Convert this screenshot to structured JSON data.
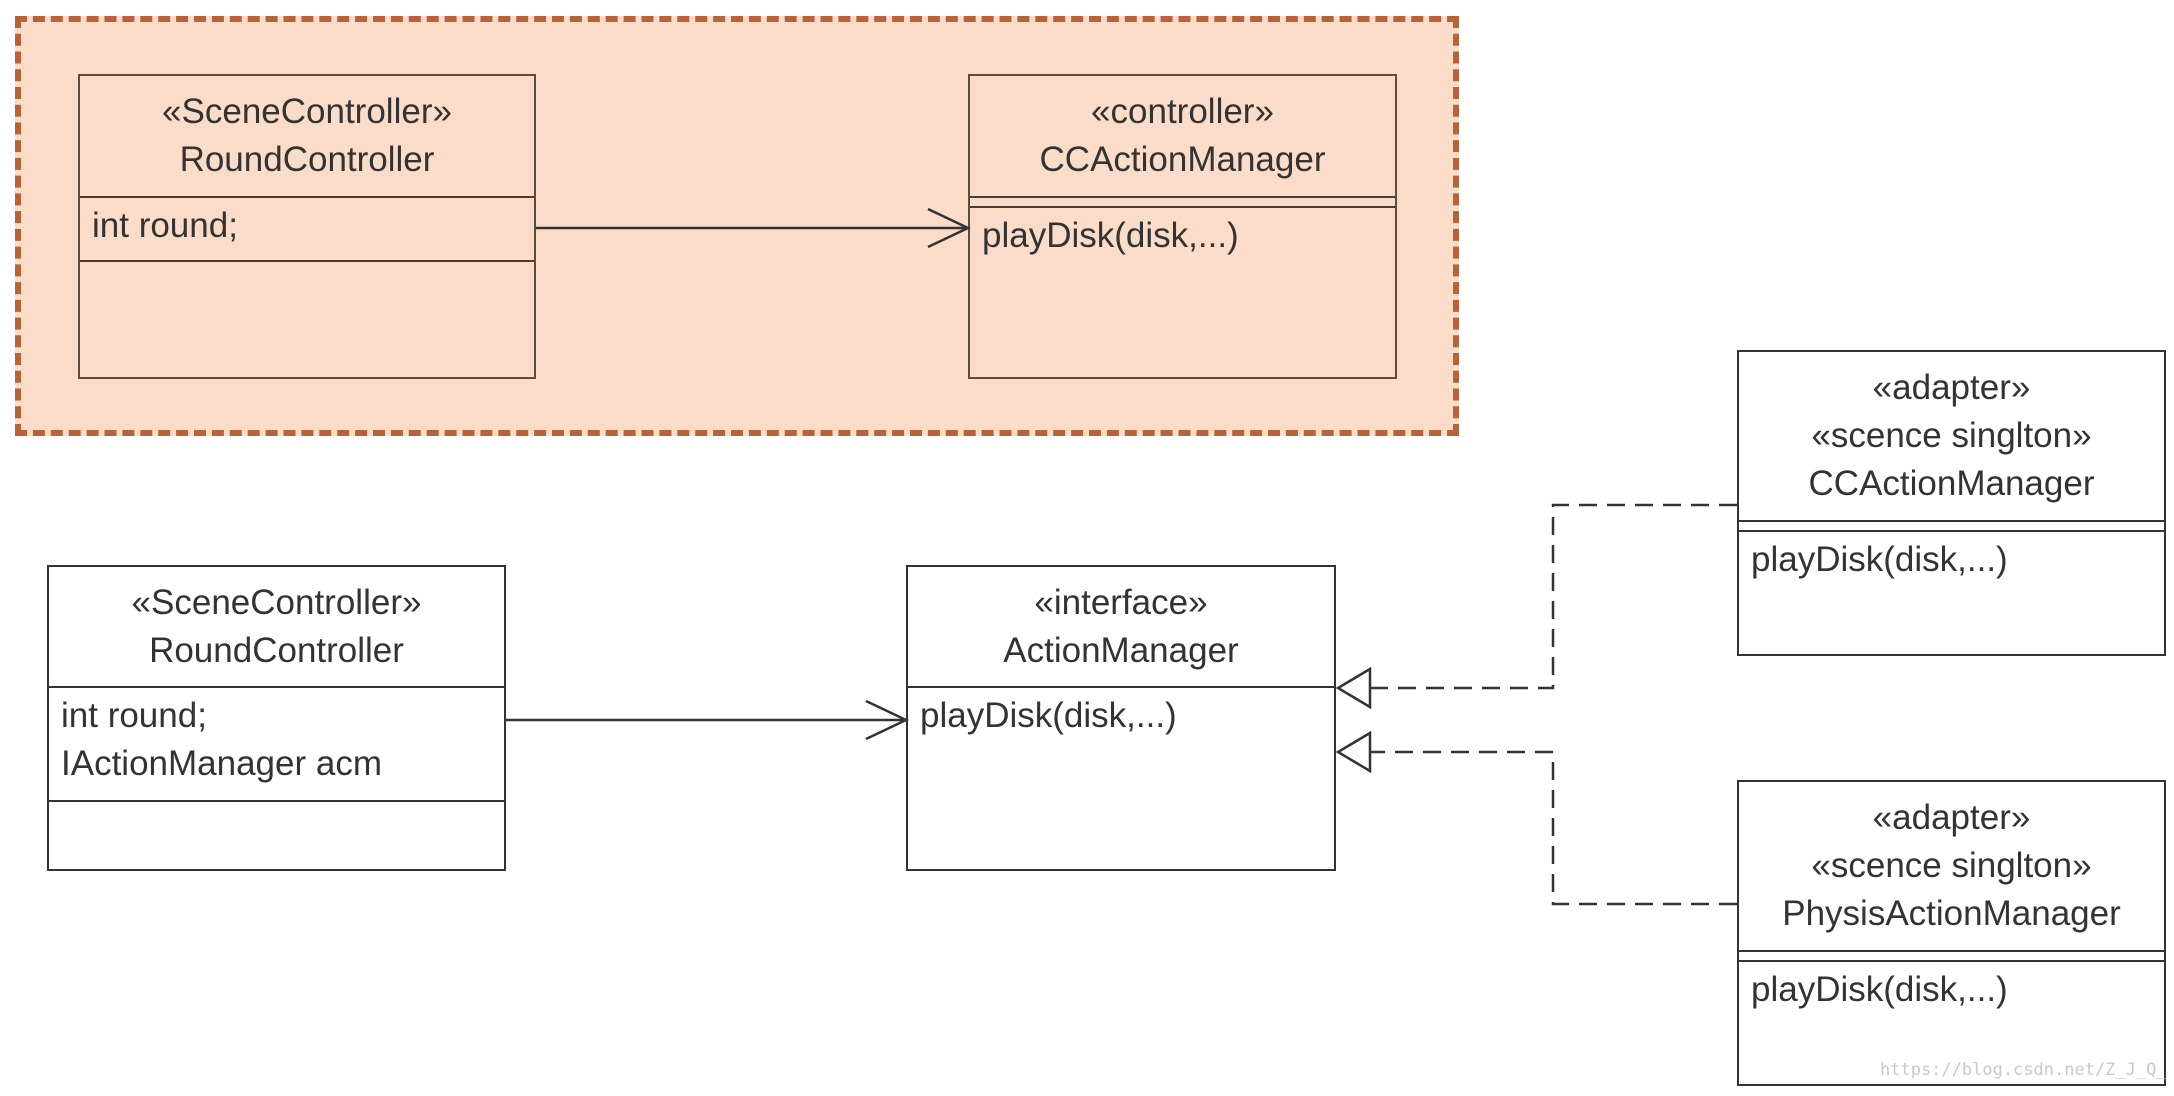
{
  "classes": {
    "top_round_controller": {
      "stereotypes": [
        "«SceneController»"
      ],
      "name": "RoundController",
      "attributes": [
        "int round;"
      ],
      "operations": []
    },
    "top_cc_action_manager": {
      "stereotypes": [
        "«controller»"
      ],
      "name": "CCActionManager",
      "attributes": [],
      "operations": [
        "playDisk(disk,...)"
      ]
    },
    "round_controller": {
      "stereotypes": [
        "«SceneController»"
      ],
      "name": "RoundController",
      "attributes": [
        "int round;",
        "IActionManager acm"
      ],
      "operations": []
    },
    "action_manager": {
      "stereotypes": [
        "«interface»"
      ],
      "name": "ActionManager",
      "attributes": [],
      "operations": [
        "playDisk(disk,...)"
      ]
    },
    "cc_action_manager": {
      "stereotypes": [
        "«adapter»",
        "«scence singlton»"
      ],
      "name": "CCActionManager",
      "attributes": [],
      "operations": [
        "playDisk(disk,...)"
      ]
    },
    "physis_action_manager": {
      "stereotypes": [
        "«adapter»",
        "«scence singlton»"
      ],
      "name": "PhysisActionManager",
      "attributes": [],
      "operations": [
        "playDisk(disk,...)"
      ]
    }
  },
  "relations": [
    {
      "from": "top_round_controller",
      "to": "top_cc_action_manager",
      "type": "association"
    },
    {
      "from": "round_controller",
      "to": "action_manager",
      "type": "association"
    },
    {
      "from": "cc_action_manager",
      "to": "action_manager",
      "type": "realization"
    },
    {
      "from": "physis_action_manager",
      "to": "action_manager",
      "type": "realization"
    }
  ],
  "colors": {
    "group_fill": "#fbdcc8",
    "group_border": "#b8623a",
    "line": "#333333"
  },
  "watermark": "https://blog.csdn.net/Z_J_Q_"
}
